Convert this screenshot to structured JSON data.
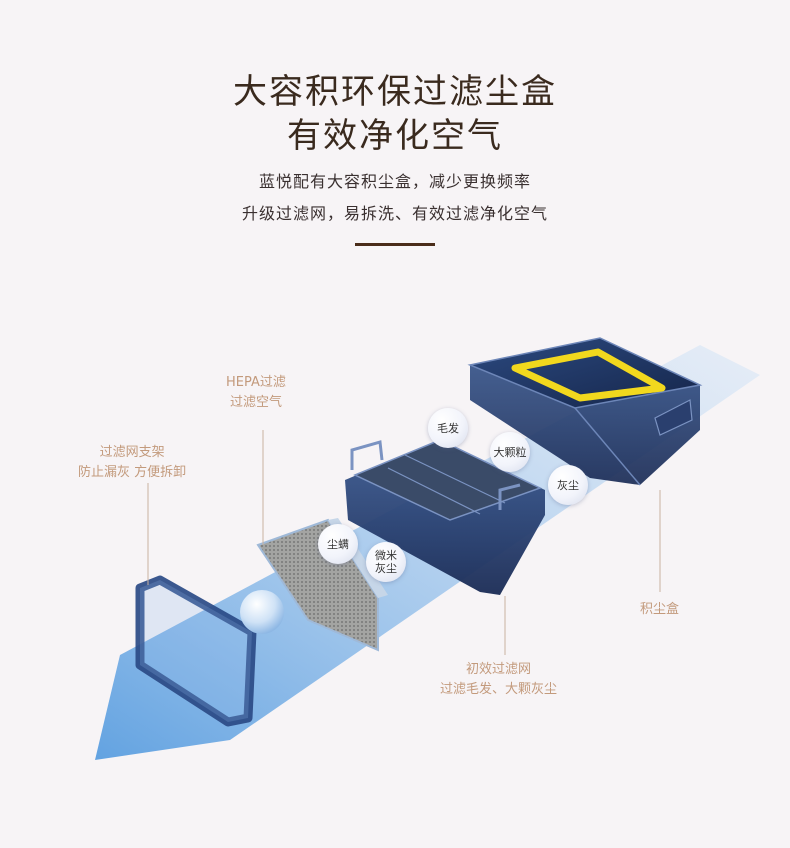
{
  "header": {
    "title_line1": "大容积环保过滤尘盒",
    "title_line2": "有效净化空气",
    "desc_line1": "蓝悦配有大容积尘盒，减少更换频率",
    "desc_line2": "升级过滤网，易拆洗、有效过滤净化空气"
  },
  "labels": {
    "hepa_line1": "HEPA过滤",
    "hepa_line2": "过滤空气",
    "frame_line1": "过滤网支架",
    "frame_line2": "防止漏灰 方便拆卸",
    "dustbox": "积尘盒",
    "primary_line1": "初效过滤网",
    "primary_line2": "过滤毛发、大颗灰尘"
  },
  "bubbles": {
    "hair": "毛发",
    "large_particles": "大颗粒",
    "dust": "灰尘",
    "mites": "尘螨",
    "micro_line1": "微米",
    "micro_line2": "灰尘"
  },
  "colors": {
    "accent_brown": "#4a2c1a",
    "label_tan": "#c39a7c",
    "part_blue": "#1e3566",
    "airflow_blue": "#7fb3e6",
    "handle_yellow": "#f2d81e"
  }
}
